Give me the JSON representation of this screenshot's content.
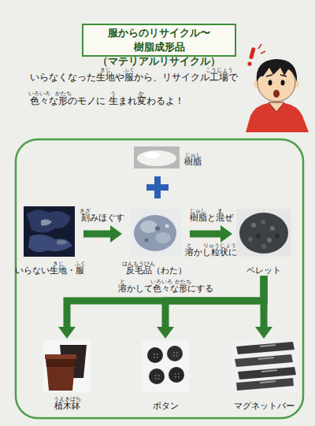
{
  "diagram": {
    "title": "服からのリサイクル〜樹脂成形品 （マテリアルリサイクル）",
    "nodes": [
      {
        "text": [
          "樹脂"
        ]
      },
      {
        "text": [
          "いらない生地・服"
        ]
      },
      {
        "text": [
          "反毛品（わた）"
        ]
      },
      {
        "text": [
          "ペレット"
        ]
      },
      {
        "text": [
          "植木鉢"
        ]
      },
      {
        "text": [
          "ボタン"
        ]
      },
      {
        "text": [
          "マグネットバー"
        ]
      }
    ],
    "edges": [
      {
        "from": 1,
        "to": 2,
        "arrow": "to",
        "label": "刻みほぐす"
      },
      {
        "from": 2,
        "to": 3,
        "arrow": "to",
        "label": "樹脂と混ぜ 溶かし粒状に"
      },
      {
        "from": 3,
        "to": 4,
        "arrow": "to"
      },
      {
        "from": 3,
        "to": 5,
        "arrow": "to",
        "label": "溶かして色々な形にする"
      },
      {
        "from": 3,
        "to": 6,
        "arrow": "to"
      }
    ],
    "labels": [
      "いらなくなった生地や服から、リサイクル工場で 色々な形のモノに 生まれ変わるよ！",
      "きじ",
      "ふく",
      "こうじょう",
      "いろいろ",
      "かたち",
      "う",
      "か",
      "じゅし",
      "きじ",
      "ふく",
      "はんもうひん",
      "きざ",
      "じゅし",
      "ま",
      "と",
      "りゅうじょう",
      "と",
      "いろいろ",
      "かたち",
      "うえきばち"
    ]
  }
}
